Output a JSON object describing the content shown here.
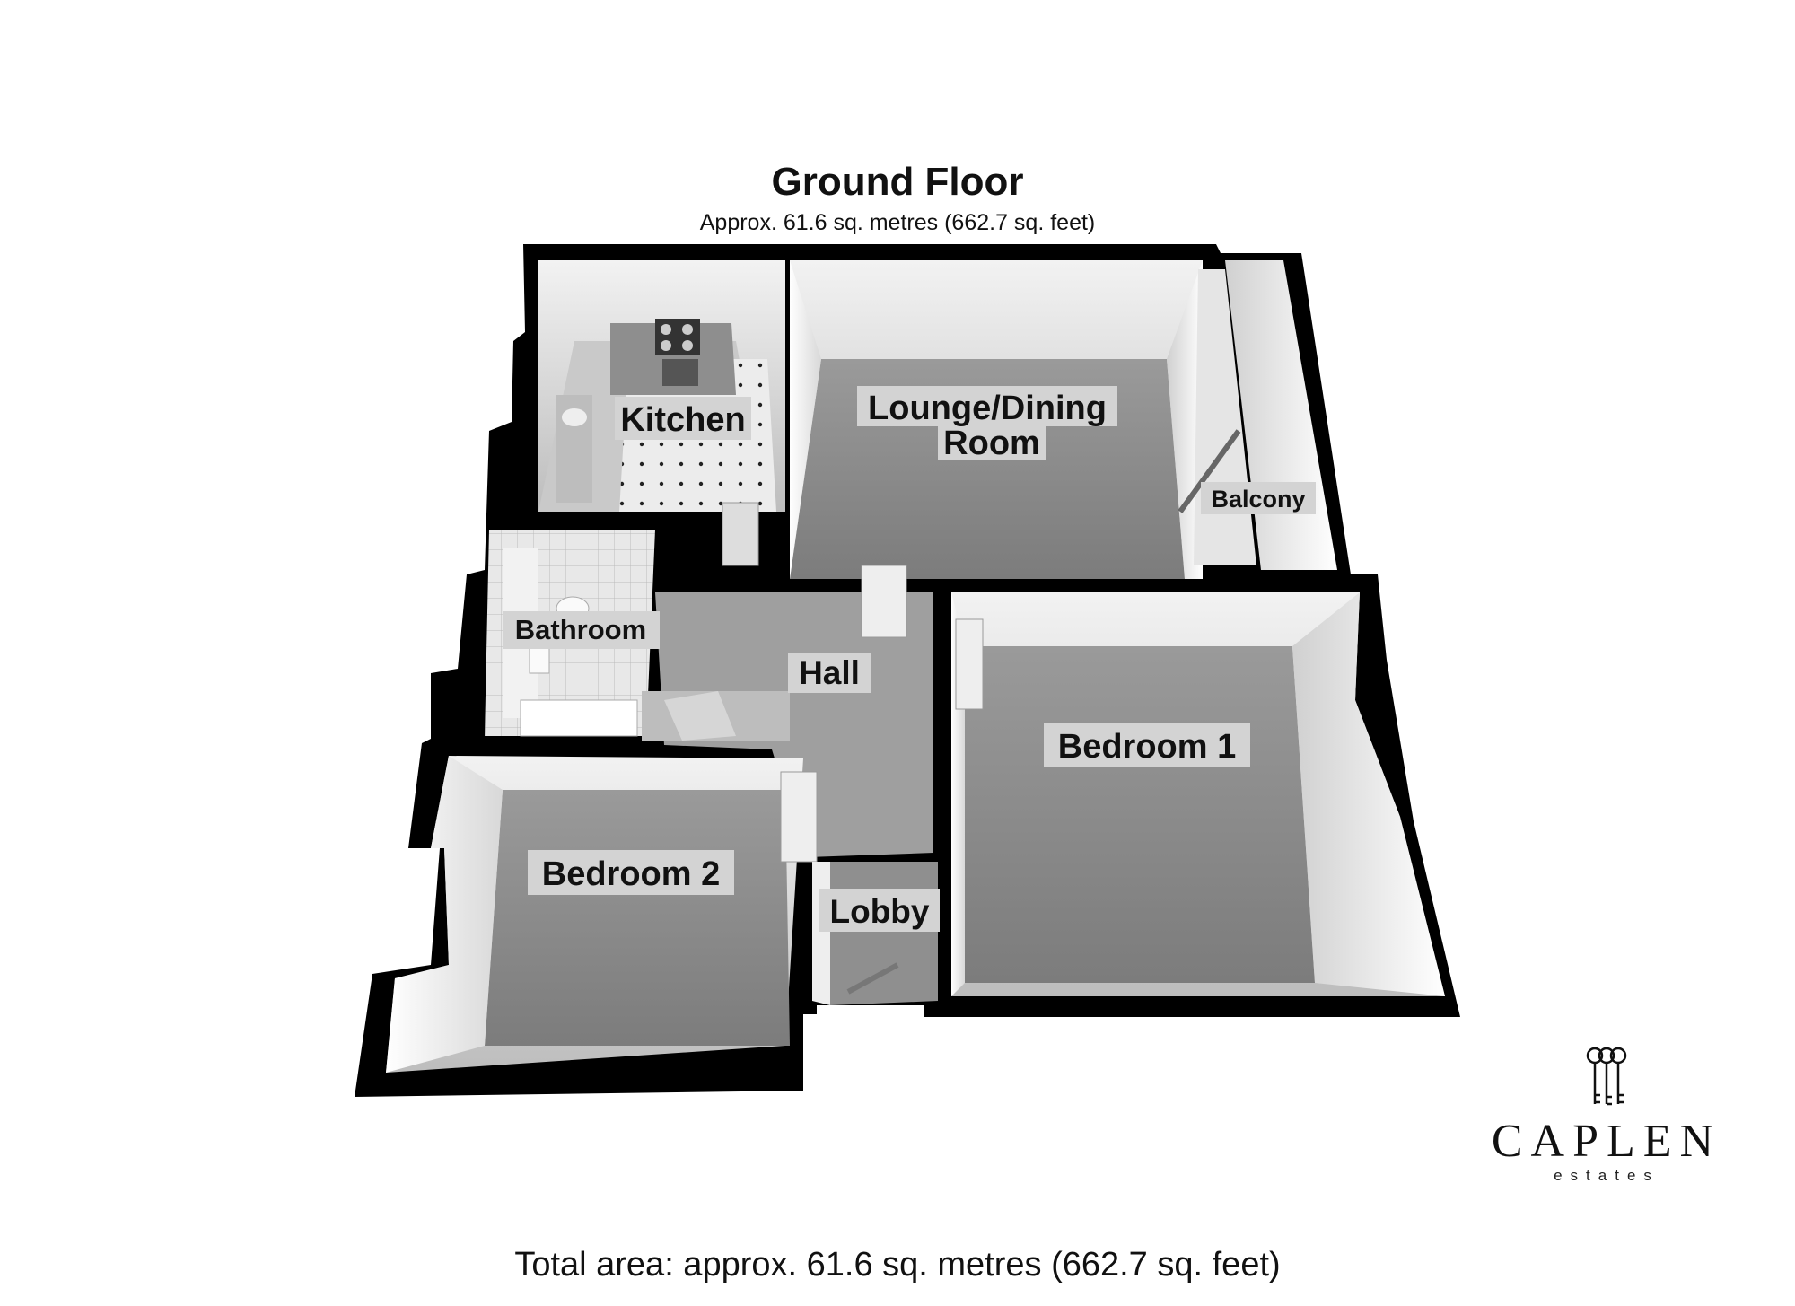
{
  "floor": {
    "title": "Ground Floor",
    "subtitle": "Approx. 61.6 sq. metres (662.7 sq. feet)"
  },
  "rooms": {
    "kitchen": "Kitchen",
    "lounge_line1": "Lounge/Dining",
    "lounge_line2": "Room",
    "balcony": "Balcony",
    "bathroom": "Bathroom",
    "hall": "Hall",
    "bedroom1": "Bedroom 1",
    "bedroom2": "Bedroom 2",
    "lobby": "Lobby"
  },
  "footer": {
    "total_area": "Total area: approx. 61.6 sq. metres (662.7 sq. feet)"
  },
  "logo": {
    "brand": "CAPLEN",
    "tagline": "estates",
    "icon": "keys-icon"
  },
  "colors": {
    "wall": "#000000",
    "floor_carpet": "#8a8a8a",
    "floor_tile": "#d9d9d9",
    "label_bg": "#d3d3d3"
  }
}
